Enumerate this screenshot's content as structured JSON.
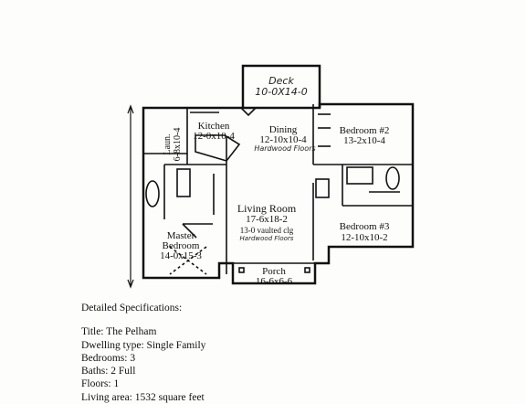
{
  "rooms": {
    "deck": {
      "name": "Deck",
      "dims": "10-0X14-0"
    },
    "kitchen": {
      "name": "Kitchen",
      "dims": "12-0x10-4"
    },
    "laundry": {
      "name": "Laun.",
      "dims": "6-8x10-4"
    },
    "dining": {
      "name": "Dining",
      "dims": "12-10x10-4",
      "floor": "Hardwood Floors"
    },
    "bedroom2": {
      "name": "Bedroom #2",
      "dims": "13-2x10-4"
    },
    "living": {
      "name": "Living Room",
      "dims": "17-6x18-2",
      "ceiling": "13-0 vaulted clg",
      "floor": "Hardwood Floors"
    },
    "master": {
      "name": "Master",
      "name2": "Bedroom",
      "dims": "14-0x15-3"
    },
    "bedroom3": {
      "name": "Bedroom #3",
      "dims": "12-10x10-2"
    },
    "porch": {
      "name": "Porch",
      "dims": "16-6x6-6"
    }
  },
  "specs": {
    "heading": "Detailed Specifications:",
    "title": "Title: The Pelham",
    "dwelling": "Dwelling type: Single Family",
    "bedrooms": "Bedrooms: 3",
    "baths": "Baths: 2 Full",
    "floors": "Floors: 1",
    "living_area": "Living area: 1532 square feet"
  }
}
